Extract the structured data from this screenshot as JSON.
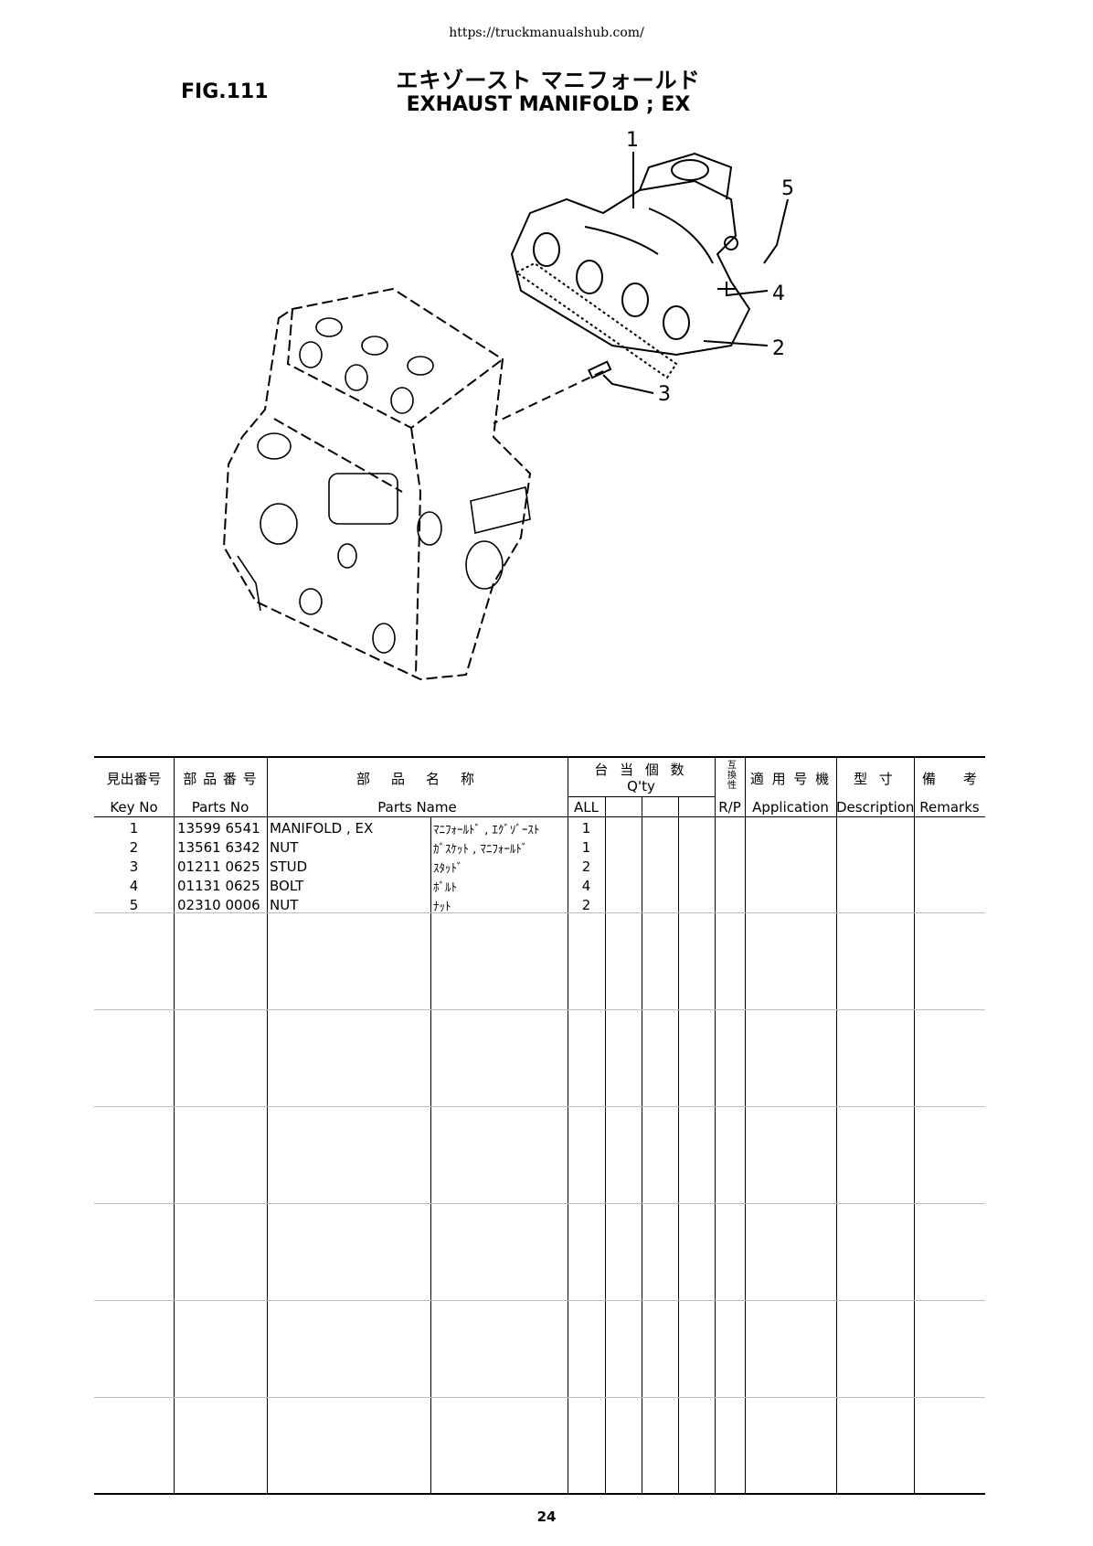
{
  "header": {
    "url": "https://truckmanualshub.com/",
    "fig_label": "FIG.111",
    "title_jp": "エキゾースト マニフォールド",
    "title_en": "EXHAUST MANIFOLD ; EX"
  },
  "drawing": {
    "callouts": [
      "1",
      "5",
      "4",
      "2",
      "3"
    ]
  },
  "table": {
    "headers_jp": {
      "key_no": "見出番号",
      "parts_no": "部 品 番 号",
      "parts_name": "部　品　名　称",
      "qty": "台 当 個 数",
      "rp": "互換性",
      "application": "適 用 号 機",
      "description": "型 寸",
      "remarks": "備　　考"
    },
    "headers_en": {
      "key_no": "Key No",
      "parts_no": "Parts No",
      "parts_name": "Parts Name",
      "qty": "Q'ty",
      "all": "ALL",
      "rp": "R/P",
      "application": "Application",
      "description": "Description",
      "remarks": "Remarks"
    },
    "rows": [
      {
        "key": "1",
        "parts_no": "13599 6541",
        "name_en": "MANIFOLD , EX",
        "name_jp": "ﾏﾆﾌｫｰﾙﾄﾞ , ｴｸﾞｿﾞｰｽﾄ",
        "qty": "1"
      },
      {
        "key": "2",
        "parts_no": "13561 6342",
        "name_en": "NUT",
        "name_jp": "ｶﾞｽｹｯﾄ , ﾏﾆﾌｫｰﾙﾄﾞ",
        "qty": "1"
      },
      {
        "key": "3",
        "parts_no": "01211 0625",
        "name_en": "STUD",
        "name_jp": "ｽﾀｯﾄﾞ",
        "qty": "2"
      },
      {
        "key": "4",
        "parts_no": "01131 0625",
        "name_en": "BOLT",
        "name_jp": "ﾎﾞﾙﾄ",
        "qty": "4"
      },
      {
        "key": "5",
        "parts_no": "02310 0006",
        "name_en": "NUT",
        "name_jp": "ﾅｯﾄ",
        "qty": "2"
      }
    ]
  },
  "footer": {
    "page_number": "24"
  }
}
